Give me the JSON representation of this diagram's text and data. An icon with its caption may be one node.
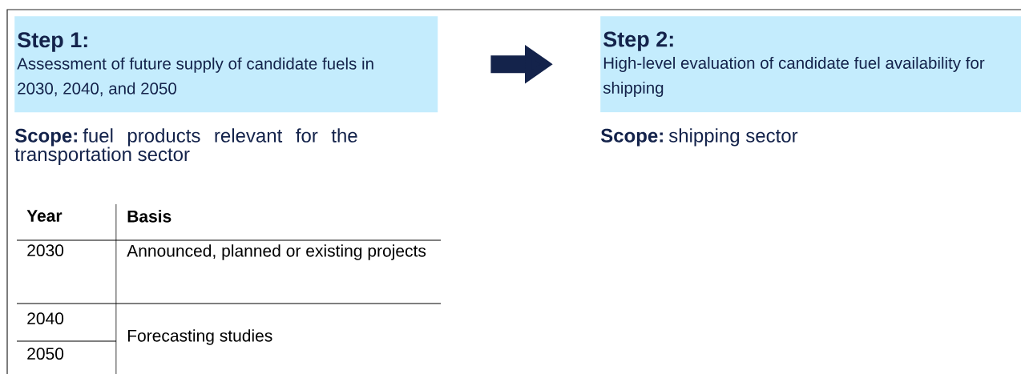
{
  "diagram": {
    "nodes": [
      {
        "text": [
          "Step 1:",
          "Assessment of future supply of candidate fuels in 2030, 2040, and 2050"
        ]
      },
      {
        "text": [
          "Step 2:",
          "High-level evaluation of candidate fuel availability for shipping"
        ]
      }
    ],
    "edges": [
      {
        "from": 0,
        "to": 1,
        "arrow": "to"
      }
    ],
    "labels": [
      "**Scope:** fuel products relevant for the transportation sector",
      "**Scope:** shipping sector",
      "Year",
      "Basis",
      "2030",
      "Announced, planned or existing projects",
      "2040",
      "Forecasting studies",
      "2050"
    ]
  }
}
